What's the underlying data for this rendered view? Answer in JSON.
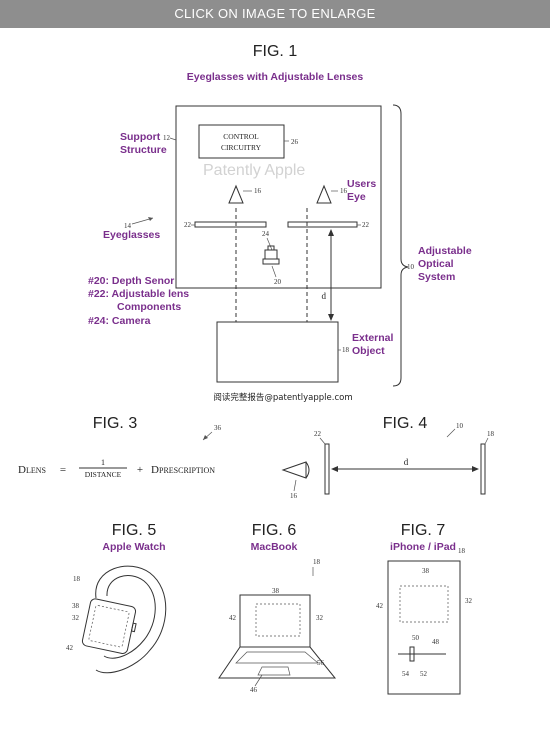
{
  "banner": {
    "text": "CLICK ON IMAGE TO ENLARGE"
  },
  "fig1": {
    "title": "FIG. 1",
    "subtitle": "Eyeglasses with Adjustable Lenses",
    "control_line1": "CONTROL",
    "control_line2": "CIRCUITRY",
    "watermark": "Patently Apple",
    "support_label_1": "Support",
    "support_label_2": "Structure",
    "users_eye_1": "Users",
    "users_eye_2": "Eye",
    "eyeglasses_label": "Eyeglasses",
    "adjustable_1": "Adjustable",
    "adjustable_2": "Optical",
    "adjustable_3": "System",
    "legend_depth": "#20: Depth Senor",
    "legend_lens_1": "#22: Adjustable lens",
    "legend_lens_2": "Components",
    "legend_camera": "#24: Camera",
    "external_1": "External",
    "external_2": "Object",
    "distance_label": "d",
    "caption": "阅读完整报告@patentlyapple.com",
    "ref_12": "12",
    "ref_26": "26",
    "ref_16a": "16",
    "ref_16b": "16",
    "ref_14": "14",
    "ref_22a": "22",
    "ref_22b": "22",
    "ref_24": "24",
    "ref_20": "20",
    "ref_10": "10",
    "ref_18": "18"
  },
  "fig3": {
    "title": "FIG. 3",
    "ref_36": "36",
    "d_letter": "D",
    "lens_sub": "LENS",
    "equals": "=",
    "numerator": "1",
    "denominator": "DISTANCE",
    "plus": "+",
    "d2_letter": "D",
    "prescription_sub": "PRESCRIPTION"
  },
  "fig4": {
    "title": "FIG. 4",
    "ref_22": "22",
    "ref_10": "10",
    "ref_18": "18",
    "ref_16": "16",
    "distance_label": "d"
  },
  "fig5": {
    "title": "FIG. 5",
    "subtitle": "Apple Watch",
    "ref_18": "18",
    "ref_38": "38",
    "ref_32": "32",
    "ref_42": "42"
  },
  "fig6": {
    "title": "FIG. 6",
    "subtitle": "MacBook",
    "ref_18": "18",
    "ref_38": "38",
    "ref_42": "42",
    "ref_32": "32",
    "ref_56": "56",
    "ref_46": "46"
  },
  "fig7": {
    "title": "FIG. 7",
    "subtitle": "iPhone / iPad",
    "ref_18": "18",
    "ref_38": "38",
    "ref_42": "42",
    "ref_32": "32",
    "ref_50": "50",
    "ref_48": "48",
    "ref_54": "54",
    "ref_52": "52"
  }
}
